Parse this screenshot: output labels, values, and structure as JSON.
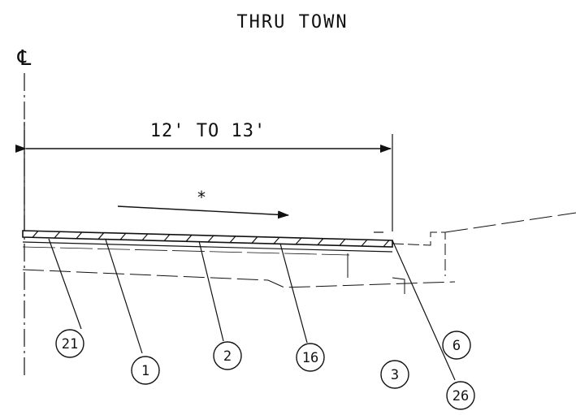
{
  "title": "THRU TOWN",
  "centerline_symbol": "℄",
  "dimension_label": "12' TO 13'",
  "slope_note": "*",
  "callouts": [
    {
      "label": "21"
    },
    {
      "label": "1"
    },
    {
      "label": "2"
    },
    {
      "label": "16"
    },
    {
      "label": "3"
    },
    {
      "label": "6"
    },
    {
      "label": "26"
    }
  ]
}
